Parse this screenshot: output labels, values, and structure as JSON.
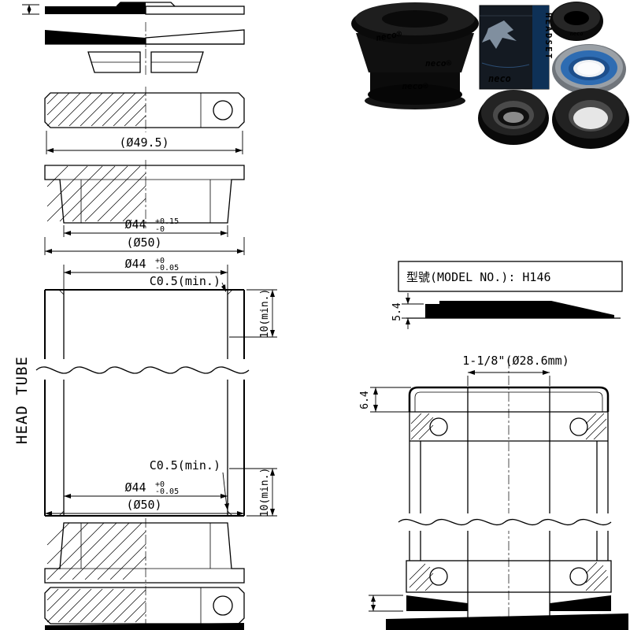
{
  "drawing_labels": {
    "dia_bearing": "(Ø49.5)",
    "dia44_press": "Ø44",
    "tol_press_plus": "+0.15",
    "tol_press_minus": "-0",
    "dia50_top": "(Ø50)",
    "dia44_bore_top": "Ø44",
    "tol_bore_plus": "+0",
    "tol_bore_minus": "-0.05",
    "chamfer_top": "C0.5(min.)",
    "depth_top": "10(min.)",
    "head_tube": "HEAD TUBE",
    "chamfer_bottom": "C0.5(min.)",
    "dia44_bore_bottom": "Ø44",
    "tol_bore_bottom_plus": "+0",
    "tol_bore_bottom_minus": "-0.05",
    "dia50_bottom": "(Ø50)",
    "depth_bottom": "10(min.)"
  },
  "model_panel": {
    "label": "型號(MODEL NO.): H146",
    "height_dim": "5.4"
  },
  "assembly": {
    "steerer_dim": "1-1/8\"(Ø28.6mm)",
    "cap_height_dim": "6.4"
  },
  "photos": {
    "brand": "neco®",
    "brand_plain": "neco",
    "box_side_label": "HEADSET"
  }
}
